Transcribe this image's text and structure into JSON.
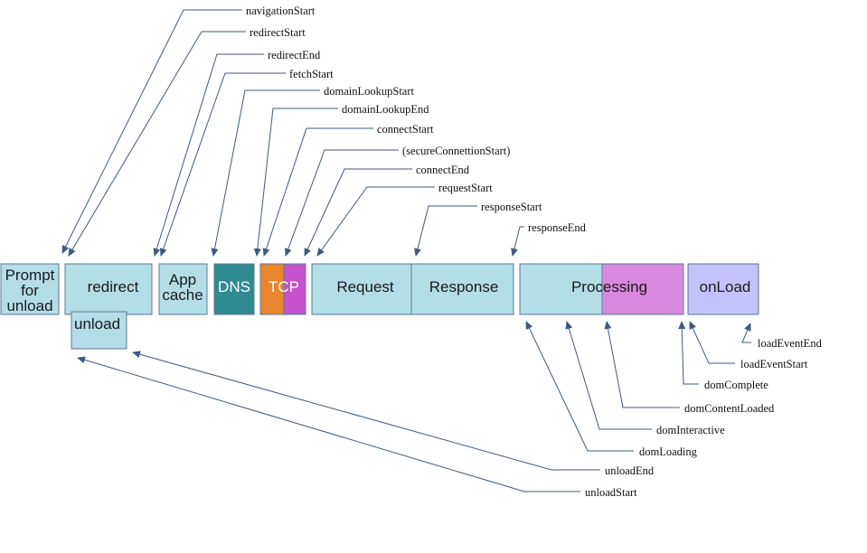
{
  "colors": {
    "light_blue": "#b3dde7",
    "teal": "#2f8a91",
    "orange": "#e8872e",
    "magenta": "#c552cc",
    "pink": "#d888dd",
    "lavender": "#c4c2fa",
    "border": "#5b7a99",
    "arrow": "#3d5a80"
  },
  "phases": {
    "prompt_line1": "Prompt",
    "prompt_line2": "for",
    "prompt_line3": "unload",
    "redirect": "redirect",
    "unload": "unload",
    "appcache_line1": "App",
    "appcache_line2": "cache",
    "dns": "DNS",
    "tcp": "TCP",
    "request": "Request",
    "response": "Response",
    "processing": "Processing",
    "onload": "onLoad"
  },
  "events": {
    "navigationStart": "navigationStart",
    "redirectStart": "redirectStart",
    "redirectEnd": "redirectEnd",
    "fetchStart": "fetchStart",
    "domainLookupStart": "domainLookupStart",
    "domainLookupEnd": "domainLookupEnd",
    "connectStart": "connectStart",
    "secureConnectionStart": "(secureConnettionStart)",
    "connectEnd": "connectEnd",
    "requestStart": "requestStart",
    "responseStart": "responseStart",
    "responseEnd": "responseEnd",
    "loadEventEnd": "loadEventEnd",
    "loadEventStart": "loadEventStart",
    "domComplete": "domComplete",
    "domContentLoaded": "domContentLoaded",
    "domInteractive": "domInteractive",
    "domLoading": "domLoading",
    "unloadEnd": "unloadEnd",
    "unloadStart": "unloadStart"
  }
}
